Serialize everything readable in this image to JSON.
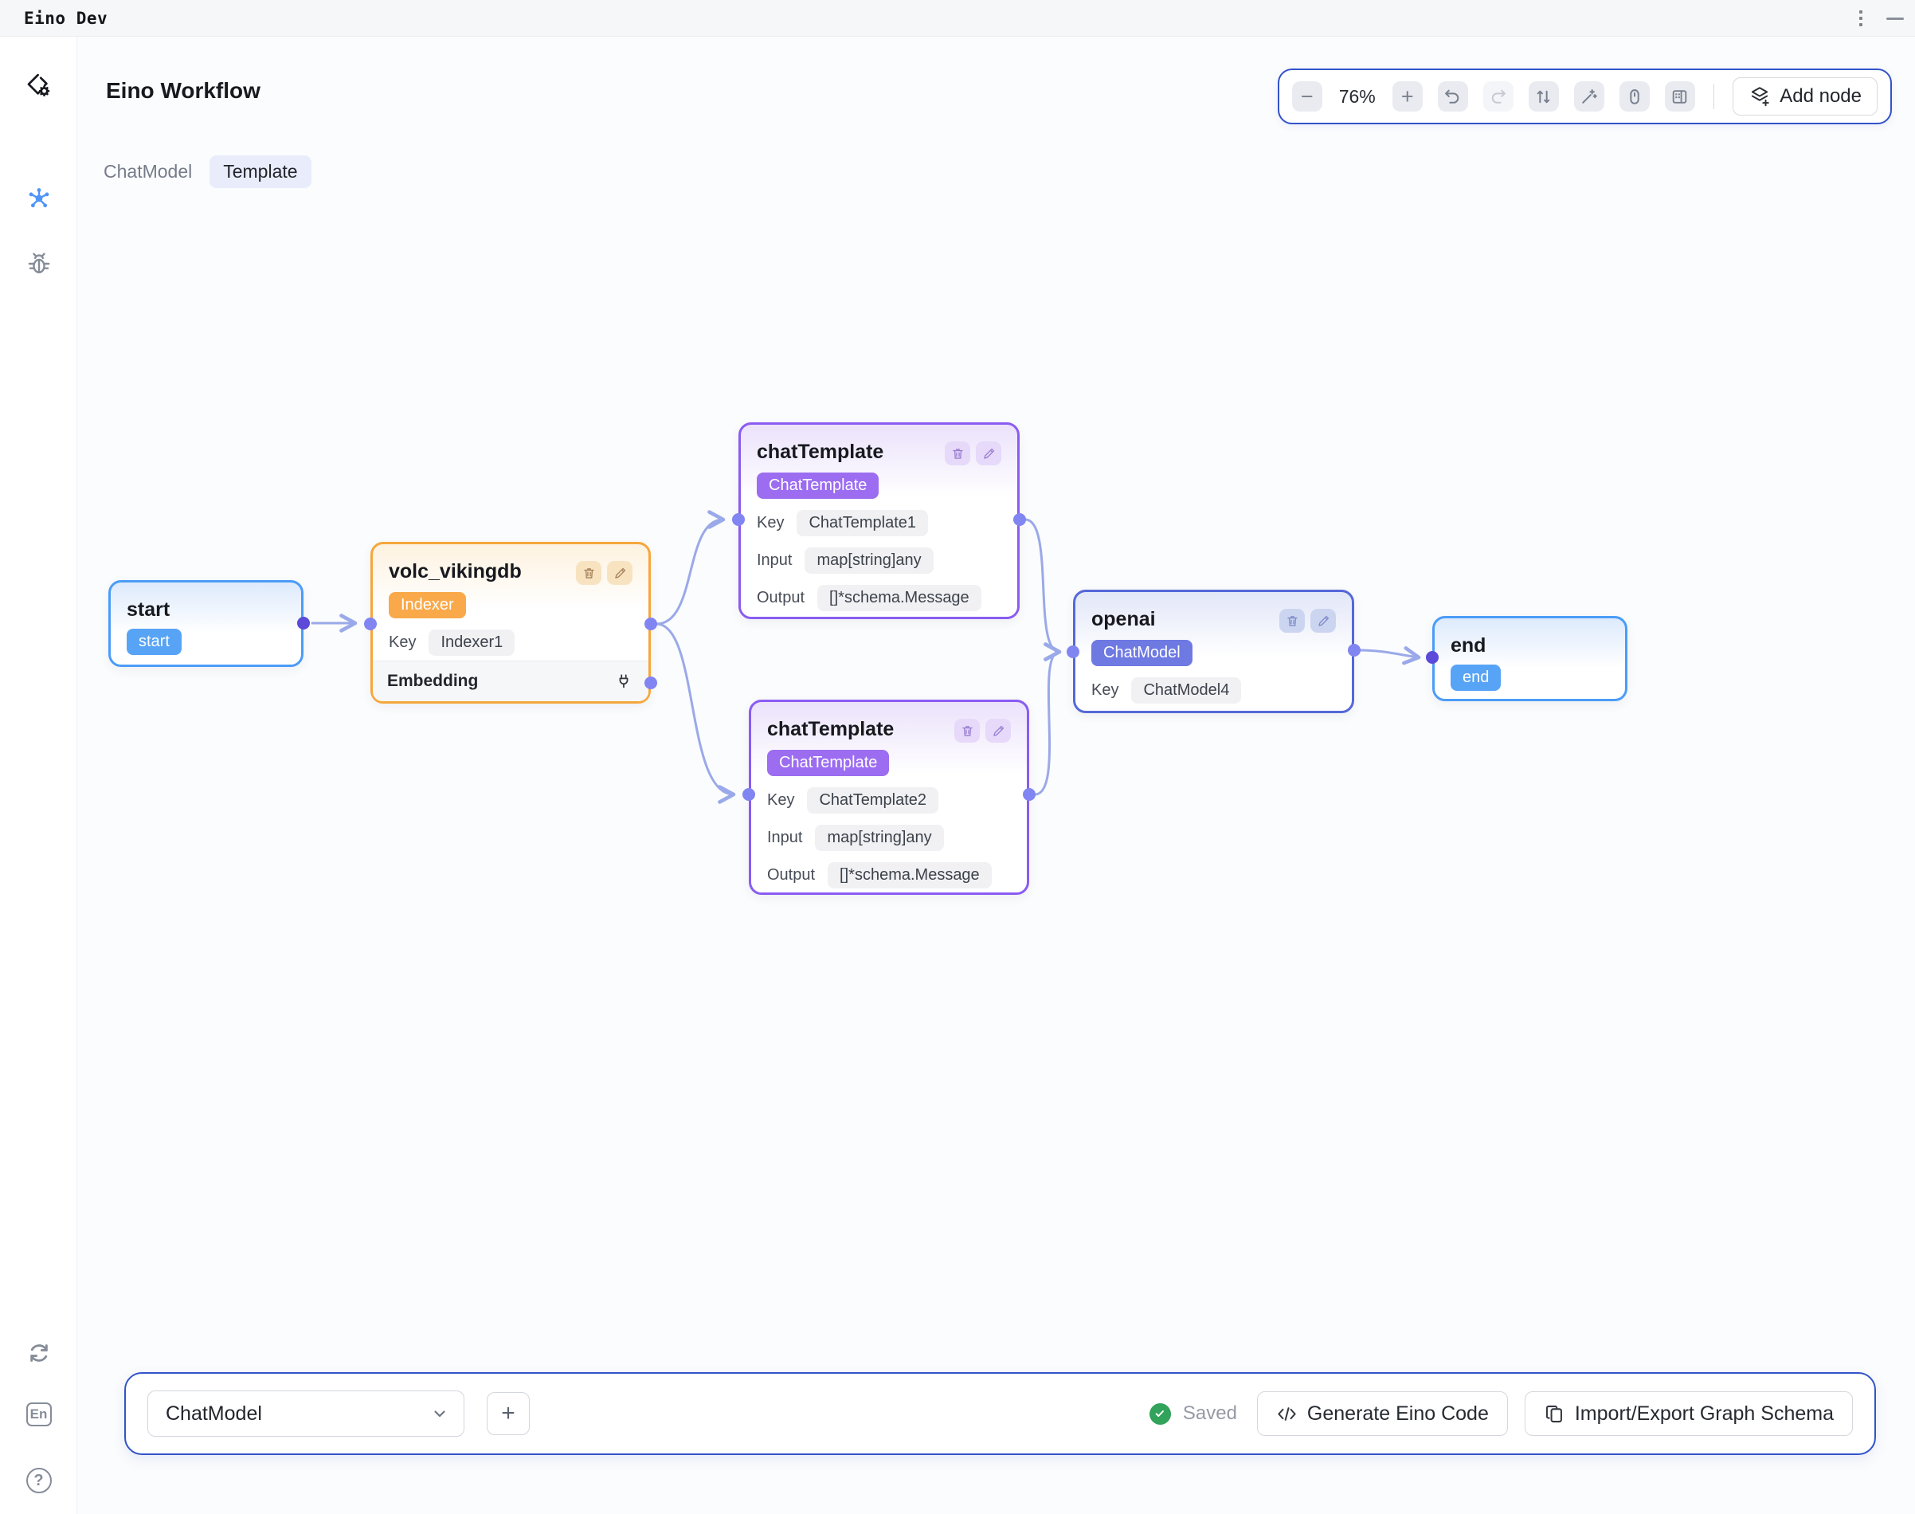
{
  "titlebar": {
    "title": "Eino Dev"
  },
  "header": {
    "title": "Eino Workflow"
  },
  "tabs": {
    "items": [
      {
        "label": "ChatModel",
        "active": false
      },
      {
        "label": "Template",
        "active": true
      }
    ]
  },
  "toolbar": {
    "zoom_level": "76%",
    "add_node_label": "Add node"
  },
  "canvas": {
    "nodes": [
      {
        "title": "start",
        "badge": "start"
      },
      {
        "title": "volc_vikingdb",
        "badge": "Indexer",
        "fields": [
          {
            "label": "Key",
            "value": "Indexer1"
          }
        ],
        "section": "Embedding"
      },
      {
        "title": "chatTemplate",
        "badge": "ChatTemplate",
        "fields": [
          {
            "label": "Key",
            "value": "ChatTemplate1"
          },
          {
            "label": "Input",
            "value": "map[string]any"
          },
          {
            "label": "Output",
            "value": "[]*schema.Message"
          }
        ]
      },
      {
        "title": "chatTemplate",
        "badge": "ChatTemplate",
        "fields": [
          {
            "label": "Key",
            "value": "ChatTemplate2"
          },
          {
            "label": "Input",
            "value": "map[string]any"
          },
          {
            "label": "Output",
            "value": "[]*schema.Message"
          }
        ]
      },
      {
        "title": "openai",
        "badge": "ChatModel",
        "fields": [
          {
            "label": "Key",
            "value": "ChatModel4"
          }
        ]
      },
      {
        "title": "end",
        "badge": "end"
      }
    ]
  },
  "bottom_bar": {
    "node_selector_value": "ChatModel",
    "status": "Saved",
    "generate_code_label": "Generate Eino Code",
    "import_export_label": "Import/Export Graph Schema"
  },
  "sidebar_footer": {
    "language_label": "En",
    "help_label": "?"
  },
  "colors": {
    "accent_blue": "#3253c9",
    "node_blue": "#4b9cf8",
    "node_orange": "#f6a73b",
    "node_purple": "#8a5cf2",
    "node_indigo": "#5568d8",
    "edge": "#9aa9e9",
    "saved_green": "#31a35a"
  }
}
